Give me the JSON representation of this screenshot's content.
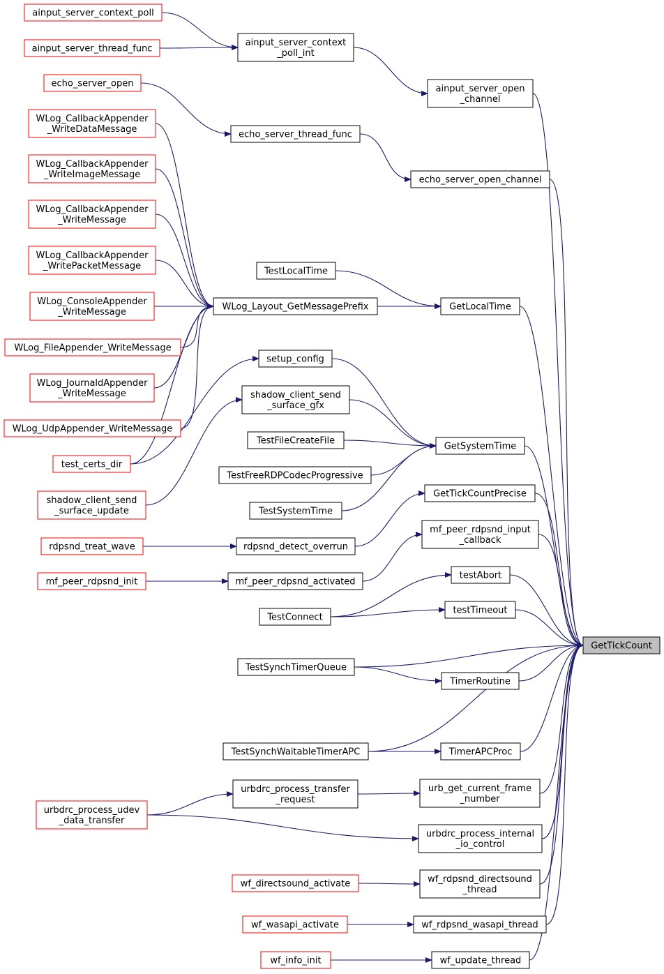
{
  "colors": {
    "edge": "#191970",
    "node_border": "#000000",
    "truncated_border": "#ff0000",
    "target_fill": "#bfbfbf",
    "node_fill": "#ffffff"
  },
  "nodes": {
    "n_poll": {
      "lines": [
        "ainput_server_context_poll"
      ],
      "style": "truncated"
    },
    "n_thread_func": {
      "lines": [
        "ainput_server_thread_func"
      ],
      "style": "truncated"
    },
    "n_poll_int": {
      "lines": [
        "ainput_server_context",
        "_poll_int"
      ],
      "style": "normal"
    },
    "n_echo_open": {
      "lines": [
        "echo_server_open"
      ],
      "style": "truncated"
    },
    "n_ainput_open_channel": {
      "lines": [
        "ainput_server_open",
        "_channel"
      ],
      "style": "normal"
    },
    "n_wlog_cb_data": {
      "lines": [
        "WLog_CallbackAppender",
        "_WriteDataMessage"
      ],
      "style": "truncated"
    },
    "n_echo_thread": {
      "lines": [
        "echo_server_thread_func"
      ],
      "style": "normal"
    },
    "n_wlog_cb_image": {
      "lines": [
        "WLog_CallbackAppender",
        "_WriteImageMessage"
      ],
      "style": "truncated"
    },
    "n_echo_open_channel": {
      "lines": [
        "echo_server_open_channel"
      ],
      "style": "normal"
    },
    "n_wlog_cb_msg": {
      "lines": [
        "WLog_CallbackAppender",
        "_WriteMessage"
      ],
      "style": "truncated"
    },
    "n_wlog_cb_packet": {
      "lines": [
        "WLog_CallbackAppender",
        "_WritePacketMessage"
      ],
      "style": "truncated"
    },
    "n_testlocaltime": {
      "lines": [
        "TestLocalTime"
      ],
      "style": "normal"
    },
    "n_wlog_console": {
      "lines": [
        "WLog_ConsoleAppender",
        "_WriteMessage"
      ],
      "style": "truncated"
    },
    "n_wlog_prefix": {
      "lines": [
        "WLog_Layout_GetMessagePrefix"
      ],
      "style": "normal"
    },
    "n_getlocaltime": {
      "lines": [
        "GetLocalTime"
      ],
      "style": "normal"
    },
    "n_wlog_file": {
      "lines": [
        "WLog_FileAppender_WriteMessage"
      ],
      "style": "truncated"
    },
    "n_setup_config": {
      "lines": [
        "setup_config"
      ],
      "style": "normal"
    },
    "n_wlog_journald": {
      "lines": [
        "WLog_JournaldAppender",
        "_WriteMessage"
      ],
      "style": "truncated"
    },
    "n_shadow_gfx": {
      "lines": [
        "shadow_client_send",
        "_surface_gfx"
      ],
      "style": "normal"
    },
    "n_wlog_udp": {
      "lines": [
        "WLog_UdpAppender_WriteMessage"
      ],
      "style": "truncated"
    },
    "n_testfilecreate": {
      "lines": [
        "TestFileCreateFile"
      ],
      "style": "normal"
    },
    "n_getsystemtime": {
      "lines": [
        "GetSystemTime"
      ],
      "style": "normal"
    },
    "n_test_certs": {
      "lines": [
        "test_certs_dir"
      ],
      "style": "truncated"
    },
    "n_testfreerdp": {
      "lines": [
        "TestFreeRDPCodecProgressive"
      ],
      "style": "normal"
    },
    "n_gettickprecise": {
      "lines": [
        "GetTickCountPrecise"
      ],
      "style": "normal"
    },
    "n_shadow_update": {
      "lines": [
        "shadow_client_send",
        "_surface_update"
      ],
      "style": "truncated"
    },
    "n_testsystemtime": {
      "lines": [
        "TestSystemTime"
      ],
      "style": "normal"
    },
    "n_mf_input_cb": {
      "lines": [
        "mf_peer_rdpsnd_input",
        "_callback"
      ],
      "style": "normal"
    },
    "n_rdpsnd_treat": {
      "lines": [
        "rdpsnd_treat_wave"
      ],
      "style": "truncated"
    },
    "n_rdpsnd_overrun": {
      "lines": [
        "rdpsnd_detect_overrun"
      ],
      "style": "normal"
    },
    "n_mf_init": {
      "lines": [
        "mf_peer_rdpsnd_init"
      ],
      "style": "truncated"
    },
    "n_mf_activated": {
      "lines": [
        "mf_peer_rdpsnd_activated"
      ],
      "style": "normal"
    },
    "n_testabort": {
      "lines": [
        "testAbort"
      ],
      "style": "normal"
    },
    "n_testconnect": {
      "lines": [
        "TestConnect"
      ],
      "style": "normal"
    },
    "n_testtimeout": {
      "lines": [
        "testTimeout"
      ],
      "style": "normal"
    },
    "n_gettickcount": {
      "lines": [
        "GetTickCount"
      ],
      "style": "target"
    },
    "n_testsynchtimerqueue": {
      "lines": [
        "TestSynchTimerQueue"
      ],
      "style": "normal"
    },
    "n_timerroutine": {
      "lines": [
        "TimerRoutine"
      ],
      "style": "normal"
    },
    "n_testsynchwaitable": {
      "lines": [
        "TestSynchWaitableTimerAPC"
      ],
      "style": "normal"
    },
    "n_timerapcproc": {
      "lines": [
        "TimerAPCProc"
      ],
      "style": "normal"
    },
    "n_urbdrc_transfer": {
      "lines": [
        "urbdrc_process_transfer",
        "_request"
      ],
      "style": "normal"
    },
    "n_urb_frame": {
      "lines": [
        "urb_get_current_frame",
        "_number"
      ],
      "style": "normal"
    },
    "n_urbdrc_udev": {
      "lines": [
        "urbdrc_process_udev",
        "_data_transfer"
      ],
      "style": "truncated"
    },
    "n_urbdrc_ioctl": {
      "lines": [
        "urbdrc_process_internal",
        "_io_control"
      ],
      "style": "normal"
    },
    "n_wf_ds_activate": {
      "lines": [
        "wf_directsound_activate"
      ],
      "style": "truncated"
    },
    "n_wf_ds_thread": {
      "lines": [
        "wf_rdpsnd_directsound",
        "_thread"
      ],
      "style": "normal"
    },
    "n_wf_wasapi_activate": {
      "lines": [
        "wf_wasapi_activate"
      ],
      "style": "truncated"
    },
    "n_wf_wasapi_thread": {
      "lines": [
        "wf_rdpsnd_wasapi_thread"
      ],
      "style": "normal"
    },
    "n_wf_info_init": {
      "lines": [
        "wf_info_init"
      ],
      "style": "truncated"
    },
    "n_wf_update_thread": {
      "lines": [
        "wf_update_thread"
      ],
      "style": "normal"
    }
  },
  "edges": [
    [
      "n_poll",
      "n_poll_int"
    ],
    [
      "n_thread_func",
      "n_poll_int"
    ],
    [
      "n_poll_int",
      "n_ainput_open_channel"
    ],
    [
      "n_ainput_open_channel",
      "n_gettickcount"
    ],
    [
      "n_echo_open",
      "n_echo_thread"
    ],
    [
      "n_echo_thread",
      "n_echo_open_channel"
    ],
    [
      "n_echo_open_channel",
      "n_gettickcount"
    ],
    [
      "n_wlog_cb_data",
      "n_wlog_prefix"
    ],
    [
      "n_wlog_cb_image",
      "n_wlog_prefix"
    ],
    [
      "n_wlog_cb_msg",
      "n_wlog_prefix"
    ],
    [
      "n_wlog_cb_packet",
      "n_wlog_prefix"
    ],
    [
      "n_wlog_console",
      "n_wlog_prefix"
    ],
    [
      "n_wlog_file",
      "n_wlog_prefix"
    ],
    [
      "n_wlog_journald",
      "n_wlog_prefix"
    ],
    [
      "n_wlog_udp",
      "n_wlog_prefix"
    ],
    [
      "n_test_certs",
      "n_wlog_prefix"
    ],
    [
      "n_wlog_prefix",
      "n_getlocaltime"
    ],
    [
      "n_testlocaltime",
      "n_getlocaltime"
    ],
    [
      "n_getlocaltime",
      "n_gettickcount"
    ],
    [
      "n_setup_config",
      "n_getsystemtime"
    ],
    [
      "n_shadow_gfx",
      "n_getsystemtime"
    ],
    [
      "n_testfilecreate",
      "n_getsystemtime"
    ],
    [
      "n_testfreerdp",
      "n_getsystemtime"
    ],
    [
      "n_testsystemtime",
      "n_getsystemtime"
    ],
    [
      "n_getsystemtime",
      "n_gettickcount"
    ],
    [
      "n_test_certs",
      "n_setup_config"
    ],
    [
      "n_shadow_update",
      "n_shadow_gfx"
    ],
    [
      "n_gettickprecise",
      "n_gettickcount"
    ],
    [
      "n_rdpsnd_overrun",
      "n_gettickprecise"
    ],
    [
      "n_rdpsnd_treat",
      "n_rdpsnd_overrun"
    ],
    [
      "n_mf_input_cb",
      "n_gettickcount"
    ],
    [
      "n_mf_activated",
      "n_mf_input_cb"
    ],
    [
      "n_mf_init",
      "n_mf_activated"
    ],
    [
      "n_testabort",
      "n_gettickcount"
    ],
    [
      "n_testconnect",
      "n_testabort"
    ],
    [
      "n_testconnect",
      "n_testtimeout"
    ],
    [
      "n_testtimeout",
      "n_gettickcount"
    ],
    [
      "n_testsynchtimerqueue",
      "n_gettickcount"
    ],
    [
      "n_testsynchtimerqueue",
      "n_timerroutine"
    ],
    [
      "n_timerroutine",
      "n_gettickcount"
    ],
    [
      "n_testsynchwaitable",
      "n_gettickcount"
    ],
    [
      "n_testsynchwaitable",
      "n_timerapcproc"
    ],
    [
      "n_timerapcproc",
      "n_gettickcount"
    ],
    [
      "n_urbdrc_udev",
      "n_urbdrc_transfer"
    ],
    [
      "n_urbdrc_transfer",
      "n_urb_frame"
    ],
    [
      "n_urb_frame",
      "n_gettickcount"
    ],
    [
      "n_urbdrc_udev",
      "n_urbdrc_ioctl"
    ],
    [
      "n_urbdrc_ioctl",
      "n_gettickcount"
    ],
    [
      "n_wf_ds_activate",
      "n_wf_ds_thread"
    ],
    [
      "n_wf_ds_thread",
      "n_gettickcount"
    ],
    [
      "n_wf_wasapi_activate",
      "n_wf_wasapi_thread"
    ],
    [
      "n_wf_wasapi_thread",
      "n_gettickcount"
    ],
    [
      "n_wf_info_init",
      "n_wf_update_thread"
    ],
    [
      "n_wf_update_thread",
      "n_gettickcount"
    ]
  ]
}
